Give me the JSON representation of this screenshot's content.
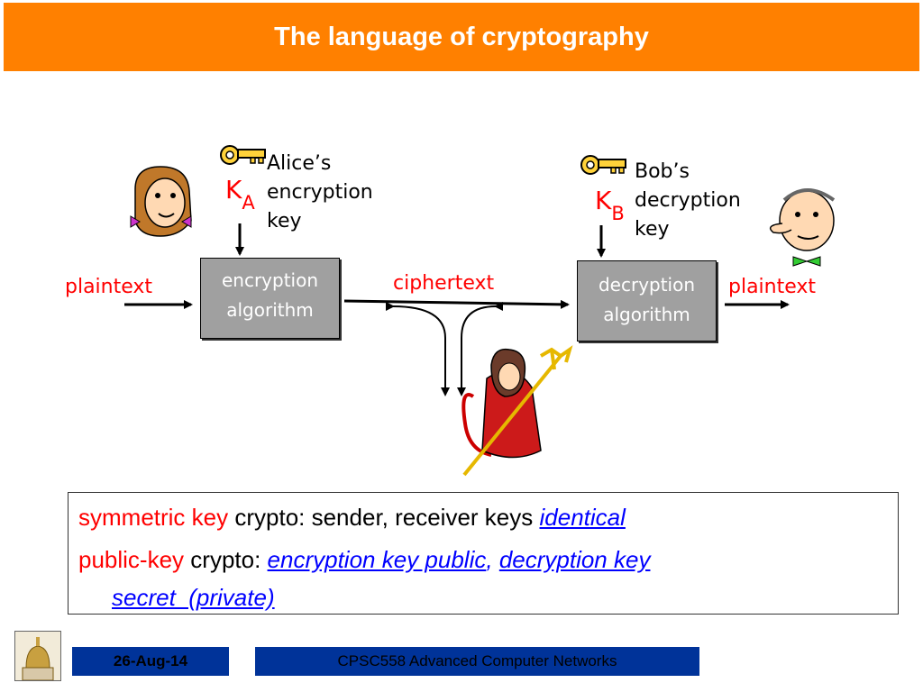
{
  "title": "The language of cryptography",
  "alice_key": {
    "line1": "Alice’s",
    "line2": "encryption",
    "line3": "key",
    "k": "K",
    "sub": "A"
  },
  "bob_key": {
    "line1": "Bob’s",
    "line2": "decryption",
    "line3": "key",
    "k": "K",
    "sub": "B"
  },
  "encryption_box": {
    "line1": "encryption",
    "line2": "algorithm"
  },
  "decryption_box": {
    "line1": "decryption",
    "line2": "algorithm"
  },
  "plaintext_left": "plaintext",
  "plaintext_right": "plaintext",
  "ciphertext": "ciphertext",
  "notes": {
    "line1": {
      "red": "symmetric key",
      "black": " crypto: sender, receiver keys ",
      "link": "identical"
    },
    "line2": {
      "red": "public-key",
      "black": " crypto: ",
      "link1": "encryption key public",
      "sep": ", ",
      "link2": "decryption key",
      "link3": "secret  (private)"
    }
  },
  "footer": {
    "date": "26-Aug-14",
    "course": "CPSC558 Advanced Computer Networks"
  },
  "colors": {
    "title_bg": "#ff8000",
    "accent_red": "#ff0000",
    "footer_bg": "#003399",
    "box_bg": "#a0a0a0"
  }
}
